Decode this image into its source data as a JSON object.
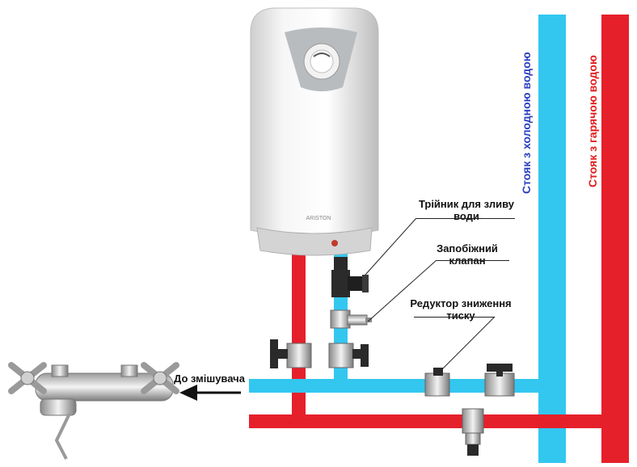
{
  "heater": {
    "brand": "ARISTON"
  },
  "labels": {
    "tee_drain": [
      "Трійник для зливу",
      "води"
    ],
    "safety_valve": [
      "Запобіжний",
      "клапан"
    ],
    "pressure_reducer": [
      "Редуктор зниження",
      "тиску"
    ],
    "to_mixer": "До змішувача",
    "cold_riser": "Стояк з холодною водою",
    "hot_riser": "Стояк з гарячою водою"
  },
  "colors": {
    "cold_pipe": "#33c7f0",
    "hot_pipe": "#e5202b",
    "cold_text": "#2b3fbf",
    "hot_text": "#e21b1b",
    "heater_body": "#ececec"
  }
}
